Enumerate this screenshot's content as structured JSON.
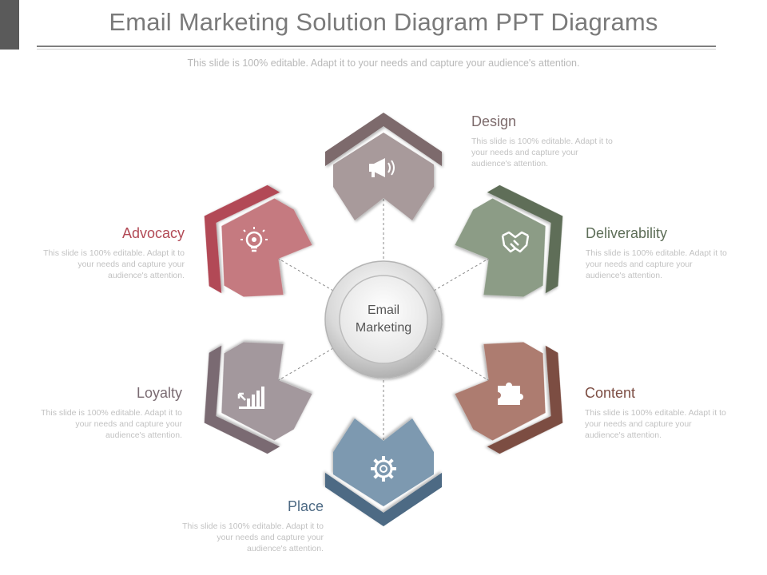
{
  "title": "Email Marketing Solution Diagram PPT Diagrams",
  "subtitle": "This slide is 100% editable. Adapt it to your needs and capture your audience's attention.",
  "center": {
    "line1": "Email",
    "line2": "Marketing"
  },
  "items": [
    {
      "label": "Design",
      "desc": "This slide is 100% editable. Adapt it to your needs and capture your audience's attention.",
      "color": "#a89a9b",
      "dark": "#7d6b6c",
      "icon": "megaphone-icon"
    },
    {
      "label": "Deliverability",
      "desc": "This slide is 100% editable. Adapt it to your needs and capture your audience's attention.",
      "color": "#8c9c86",
      "dark": "#5e6e58",
      "icon": "handshake-icon"
    },
    {
      "label": "Content",
      "desc": "This slide is 100% editable. Adapt it to your needs and capture your audience's attention.",
      "color": "#ad7c70",
      "dark": "#7c4d43",
      "icon": "puzzle-icon"
    },
    {
      "label": "Place",
      "desc": "This slide is 100% editable. Adapt it to your needs and capture your audience's attention.",
      "color": "#7d99b0",
      "dark": "#4d6a84",
      "icon": "gear-icon"
    },
    {
      "label": "Loyalty",
      "desc": "This slide is 100% editable. Adapt it to your needs and capture your audience's attention.",
      "color": "#a3989d",
      "dark": "#7a6b72",
      "icon": "bar-chart-icon"
    },
    {
      "label": "Advocacy",
      "desc": "This slide is 100% editable. Adapt it to your needs and capture your audience's attention.",
      "color": "#c57a80",
      "dark": "#b24a56",
      "icon": "lightbulb-icon"
    }
  ]
}
